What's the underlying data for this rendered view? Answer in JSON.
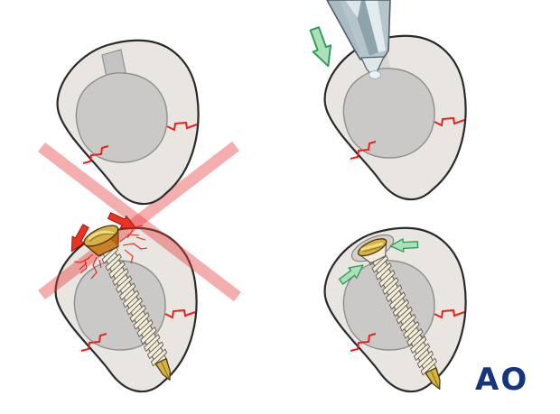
{
  "logo": {
    "text": "AO"
  },
  "colors": {
    "background": "#ffffff",
    "bone-fill": "#e9e5e1",
    "bone-outline": "#2a2a2a",
    "canal-fill": "#cbc9c7",
    "canal-outline": "#8f8f8f",
    "notch-fill": "#c3c3c3",
    "fracture-red": "#e8211d",
    "cross-pink": "rgba(230,62,62,0.42)",
    "arrow-green-fill": "#ace0bb",
    "arrow-green-stroke": "#2f9e58",
    "arrow-red-fill": "#e93423",
    "arrow-red-stroke": "#a31207",
    "screw-cream": "#f1edda",
    "screw-outline": "#5f584a",
    "screw-gold": "#d6b245",
    "screw-gold-dark": "#cd7f27",
    "tool-steel": "#b6c4cb",
    "tool-steel-dark": "#8fa3ad",
    "tool-steel-light": "#e4ebee",
    "tool-outline": "#4e5f68",
    "logo-color": "#16357f"
  },
  "icons": [
    "green-arrow-icon",
    "red-arrow-icon",
    "prohibition-cross-icon",
    "ao-logo"
  ],
  "panels": {
    "top_left": {
      "elements": [
        "bone-cross-section",
        "gliding-hole-notch",
        "fracture-line",
        "fracture-line"
      ]
    },
    "top_right": {
      "elements": [
        "bone-cross-section",
        "countersink-tool",
        "green-arrow-icon",
        "fracture-line",
        "fracture-line"
      ]
    },
    "bottom_left": {
      "elements": [
        "bone-cross-section",
        "screw-proud-head",
        "microfracture-cracks",
        "red-arrow-icon",
        "red-arrow-icon",
        "prohibition-cross-icon"
      ]
    },
    "bottom_right": {
      "elements": [
        "bone-cross-section",
        "screw-countersunk",
        "green-arrow-icon",
        "green-arrow-icon",
        "fracture-line",
        "fracture-line"
      ]
    }
  }
}
